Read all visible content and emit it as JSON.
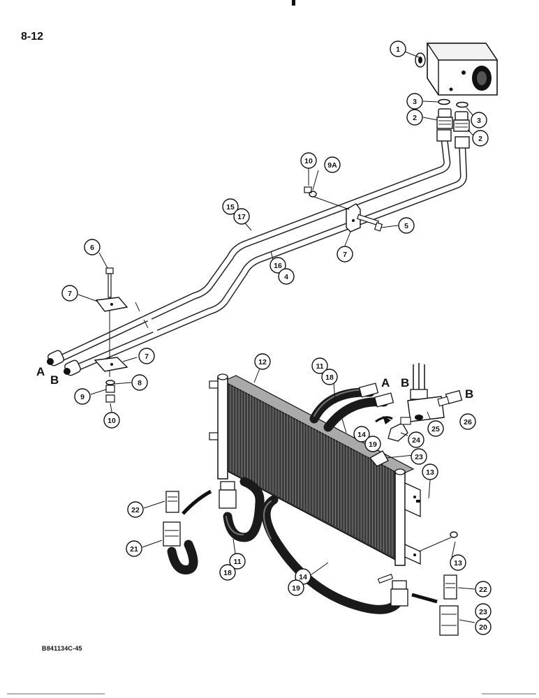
{
  "page": {
    "number": "8-12",
    "figure_code": "B841134C-45"
  },
  "port_labels": {
    "a": "A",
    "b": "B"
  },
  "callouts": [
    {
      "id": "c-1",
      "text": "1"
    },
    {
      "id": "c-2a",
      "text": "2"
    },
    {
      "id": "c-3a",
      "text": "3"
    },
    {
      "id": "c-3b",
      "text": "3"
    },
    {
      "id": "c-2b",
      "text": "2"
    },
    {
      "id": "c-10a",
      "text": "10"
    },
    {
      "id": "c-9a",
      "text": "9A"
    },
    {
      "id": "c-5",
      "text": "5"
    },
    {
      "id": "c-15",
      "text": "15"
    },
    {
      "id": "c-17",
      "text": "17"
    },
    {
      "id": "c-7a",
      "text": "7"
    },
    {
      "id": "c-16",
      "text": "16"
    },
    {
      "id": "c-4",
      "text": "4"
    },
    {
      "id": "c-6",
      "text": "6"
    },
    {
      "id": "c-7b",
      "text": "7"
    },
    {
      "id": "c-7c",
      "text": "7"
    },
    {
      "id": "c-8",
      "text": "8"
    },
    {
      "id": "c-9",
      "text": "9"
    },
    {
      "id": "c-10b",
      "text": "10"
    },
    {
      "id": "c-12",
      "text": "12"
    },
    {
      "id": "c-11a",
      "text": "11"
    },
    {
      "id": "c-18a",
      "text": "18"
    },
    {
      "id": "c-26",
      "text": "26"
    },
    {
      "id": "c-25",
      "text": "25"
    },
    {
      "id": "c-24",
      "text": "24"
    },
    {
      "id": "c-14a",
      "text": "14"
    },
    {
      "id": "c-19a",
      "text": "19"
    },
    {
      "id": "c-23a",
      "text": "23"
    },
    {
      "id": "c-13a",
      "text": "13"
    },
    {
      "id": "c-22a",
      "text": "22"
    },
    {
      "id": "c-21",
      "text": "21"
    },
    {
      "id": "c-11b",
      "text": "11"
    },
    {
      "id": "c-18b",
      "text": "18"
    },
    {
      "id": "c-13b",
      "text": "13"
    },
    {
      "id": "c-14b",
      "text": "14"
    },
    {
      "id": "c-19b",
      "text": "19"
    },
    {
      "id": "c-22b",
      "text": "22"
    },
    {
      "id": "c-23b",
      "text": "23"
    },
    {
      "id": "c-20",
      "text": "20"
    }
  ]
}
